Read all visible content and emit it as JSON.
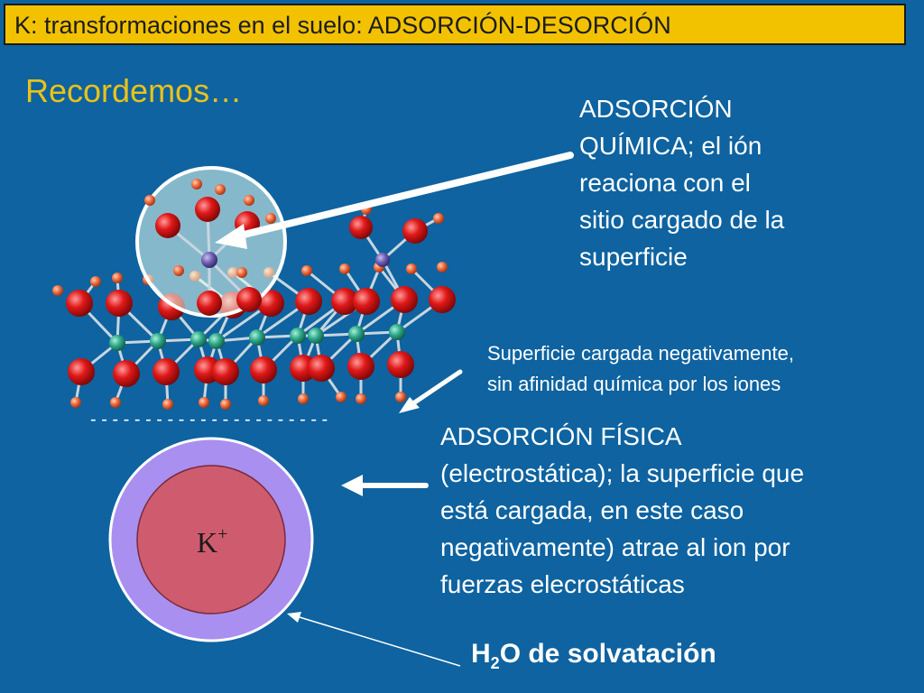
{
  "title": {
    "text": "K: transformaciones en el suelo: ADSORCIÓN-DESORCIÓN"
  },
  "subtitle": {
    "text": "Recordemos…"
  },
  "chemical_adsorption": {
    "lines": [
      "ADSORCIÓN",
      "QUÍMICA; el ión",
      "reaciona con el",
      "sitio cargado de la",
      "superficie"
    ]
  },
  "surface_note": {
    "lines": [
      "Superficie cargada negativamente,",
      "sin afinidad química por los iones"
    ]
  },
  "physical_adsorption": {
    "lines": [
      "ADSORCIÓN FÍSICA",
      "(electrostática); la superficie que",
      "está cargada, en este caso",
      "negativamente) atrae al ion por",
      "fuerzas elecrostáticas"
    ]
  },
  "ion": {
    "symbol": "K",
    "charge": "+"
  },
  "water": {
    "prefix": "H",
    "subscript": "2",
    "suffix": "O de solvatación"
  },
  "surface_charge": {
    "text": "- - - - - - - - - - - - - - - - - - - - - -"
  },
  "colors": {
    "background": "#0e63a0",
    "title_bar": "#f2c200",
    "subtitle": "#e8c21a",
    "ion_core": "#cf5c6e",
    "hydration_shell": "#a98ff0",
    "oxygen_atom": "#e01818",
    "hydrogen_atom": "#f06a3c",
    "metal_atom": "#2fa88a",
    "central_atom": "#6e5fb0"
  },
  "icons": [
    "arrow-icon",
    "molecule-structure-icon",
    "zoom-circle-icon"
  ]
}
